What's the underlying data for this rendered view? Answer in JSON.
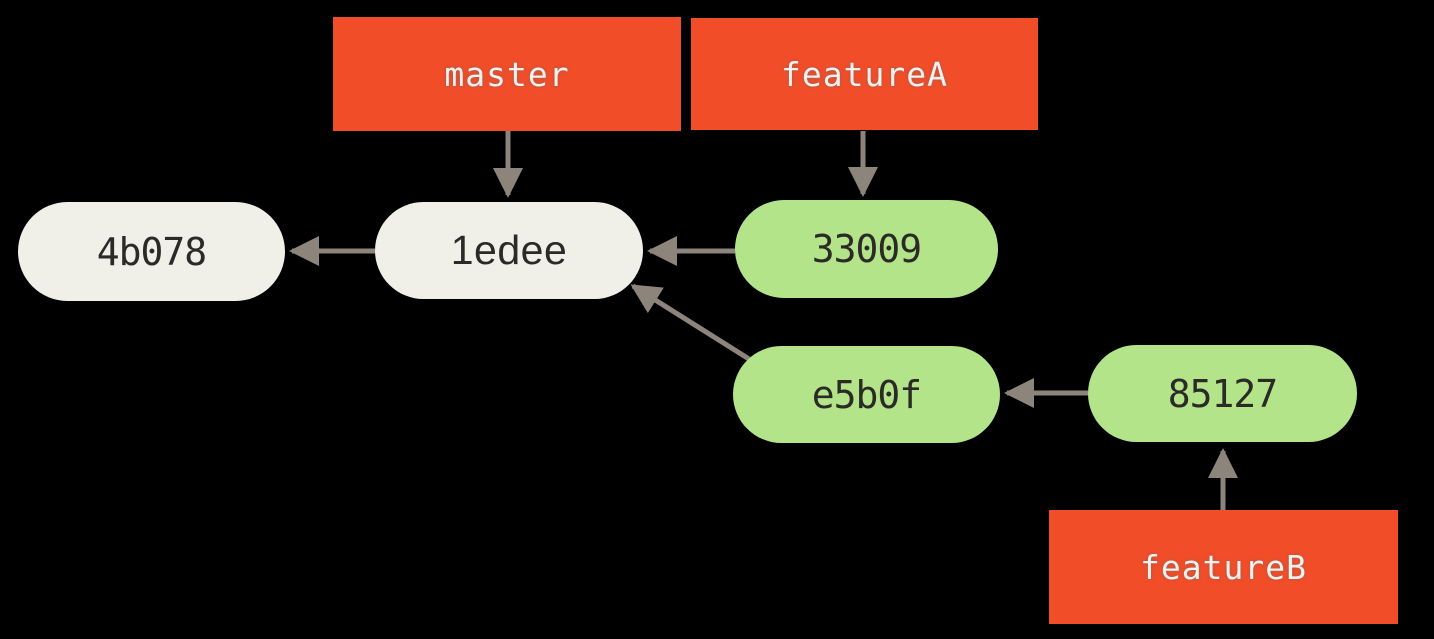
{
  "diagram": {
    "title": "git-commit-branch-graph",
    "background": "#000000",
    "colors": {
      "branch_box": "#f24d29",
      "branch_text": "#f2f1ee",
      "commit_cream": "#f0efe8",
      "commit_green": "#b4e48a",
      "commit_text": "#2b2a26",
      "arrow": "#8d857b"
    },
    "branches": [
      {
        "id": "master",
        "label": "master"
      },
      {
        "id": "featureA",
        "label": "featureA"
      },
      {
        "id": "featureB",
        "label": "featureB"
      }
    ],
    "commits": [
      {
        "id": "4b078",
        "label": "4b078",
        "fill": "cream"
      },
      {
        "id": "1edee",
        "label": "1edee",
        "fill": "cream"
      },
      {
        "id": "33009",
        "label": "33009",
        "fill": "green"
      },
      {
        "id": "e5b0f",
        "label": "e5b0f",
        "fill": "green"
      },
      {
        "id": "85127",
        "label": "85127",
        "fill": "green"
      }
    ],
    "edges": [
      {
        "from": "master",
        "to": "1edee",
        "type": "branch-pointer"
      },
      {
        "from": "featureA",
        "to": "33009",
        "type": "branch-pointer"
      },
      {
        "from": "1edee",
        "to": "4b078",
        "type": "parent"
      },
      {
        "from": "33009",
        "to": "1edee",
        "type": "parent"
      },
      {
        "from": "e5b0f",
        "to": "1edee",
        "type": "parent"
      },
      {
        "from": "85127",
        "to": "e5b0f",
        "type": "parent"
      },
      {
        "from": "featureB",
        "to": "85127",
        "type": "branch-pointer"
      }
    ]
  }
}
